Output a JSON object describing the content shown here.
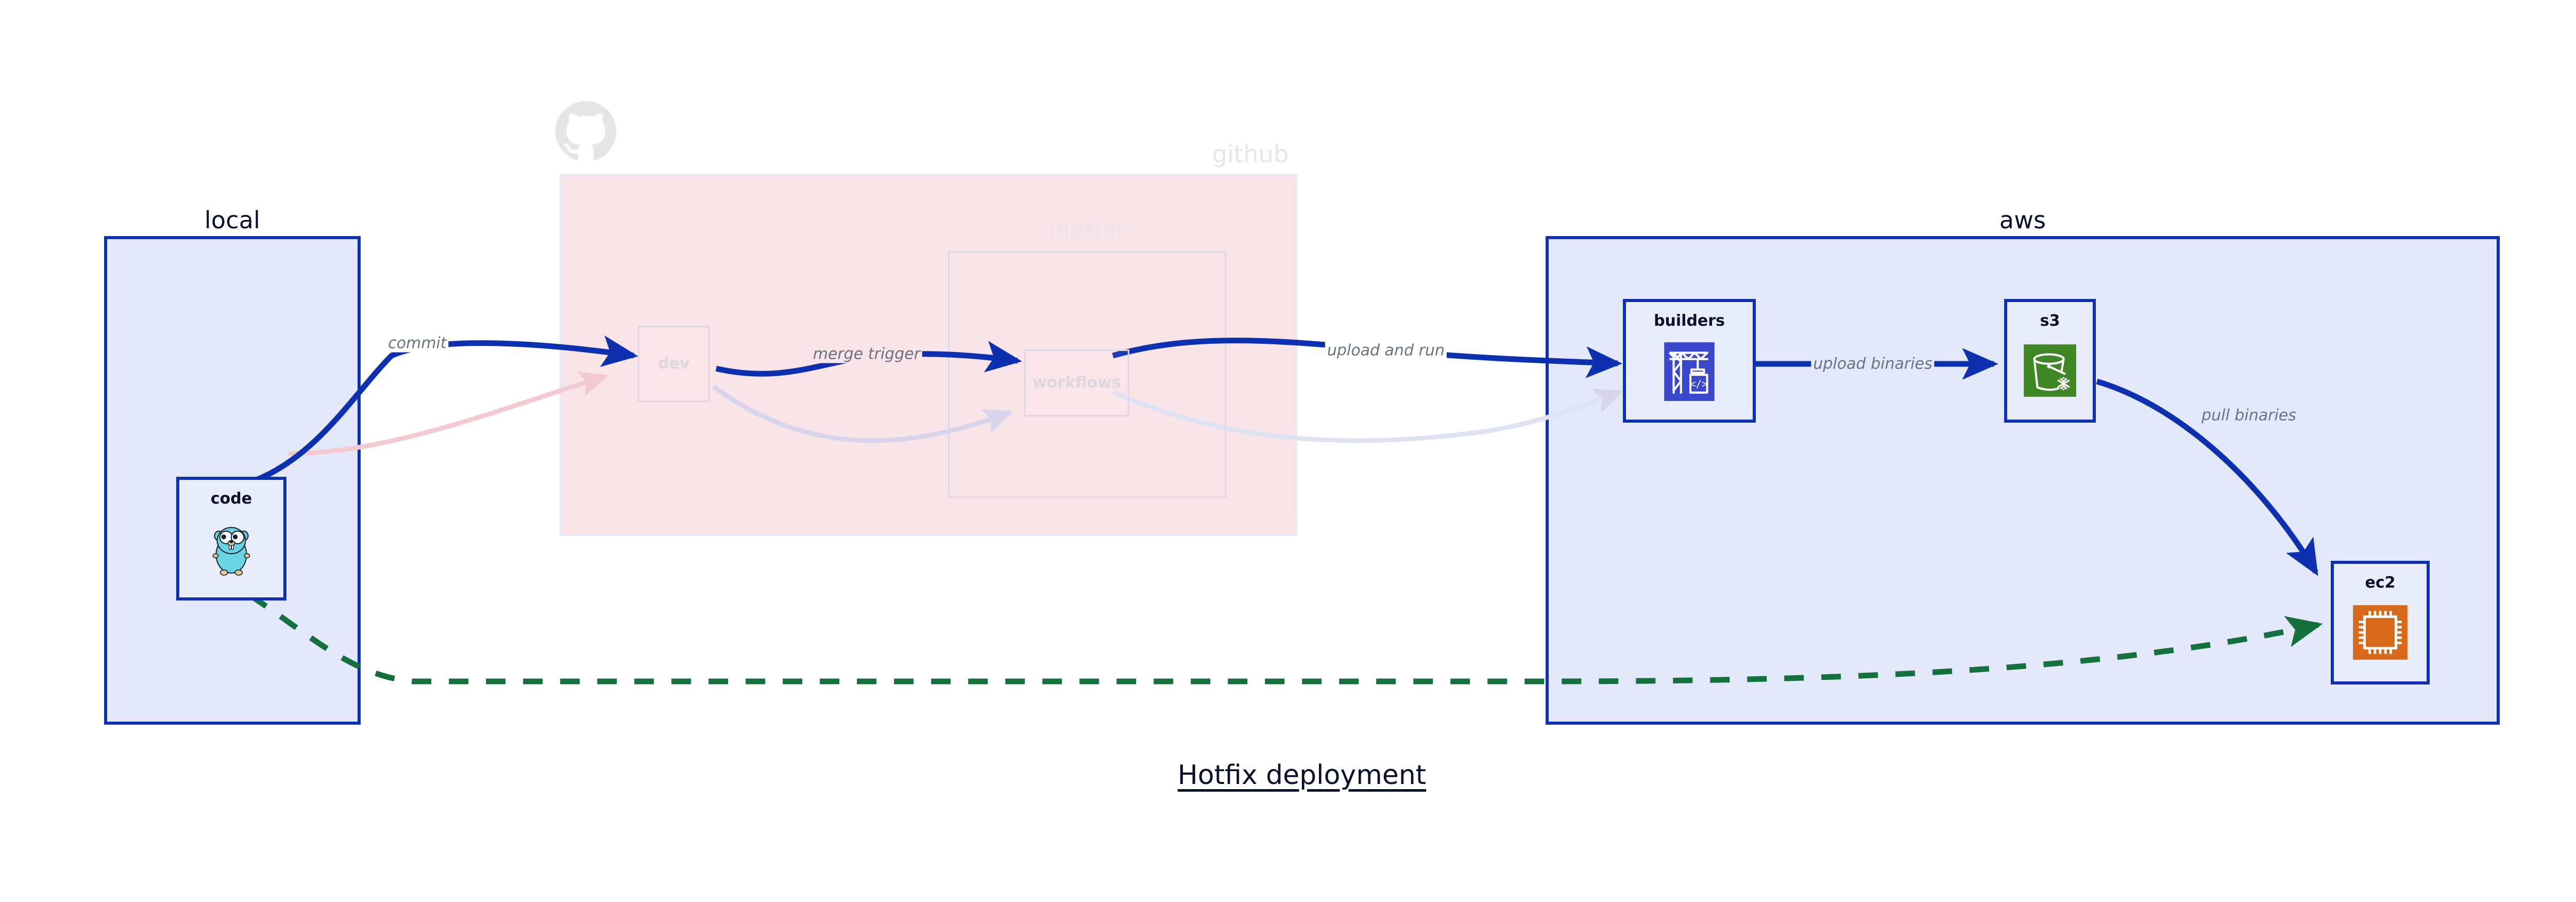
{
  "diagram": {
    "caption": "Hotfix deployment",
    "type": "architecture-flow"
  },
  "clusters": [
    {
      "id": "local",
      "title": "local",
      "state": "active",
      "color": "#0d30b0",
      "fill": "#e3e8fb"
    },
    {
      "id": "github",
      "title": "github",
      "state": "faded",
      "color": "#e4e9f8",
      "fill": "#f9e4e9"
    },
    {
      "id": "master",
      "title": "master",
      "state": "faded",
      "color": "#ded7e4",
      "fill": "transparent"
    },
    {
      "id": "aws",
      "title": "aws",
      "state": "active",
      "color": "#0d30b0",
      "fill": "#e3e8fb"
    }
  ],
  "nodes": [
    {
      "id": "code",
      "label": "code",
      "icon": "go-gopher-icon",
      "state": "active",
      "cluster": "local"
    },
    {
      "id": "dev",
      "label": "dev",
      "icon": "none",
      "state": "faded",
      "cluster": "github"
    },
    {
      "id": "workflows",
      "label": "workflows",
      "icon": "none",
      "state": "faded",
      "cluster": "master"
    },
    {
      "id": "builders",
      "label": "builders",
      "icon": "aws-codebuild-icon",
      "state": "active",
      "cluster": "aws"
    },
    {
      "id": "s3",
      "label": "s3",
      "icon": "aws-s3-bucket-icon",
      "state": "active",
      "cluster": "aws"
    },
    {
      "id": "ec2",
      "label": "ec2",
      "icon": "aws-ec2-chip-icon",
      "state": "active",
      "cluster": "aws"
    }
  ],
  "edges": [
    {
      "id": "e-commit",
      "from": "code",
      "to": "dev",
      "label": "commit",
      "style": "solid",
      "state": "active",
      "color": "#0d30b0"
    },
    {
      "id": "e-merge",
      "from": "dev",
      "to": "workflows",
      "label": "merge trigger",
      "style": "solid",
      "state": "active",
      "color": "#0d30b0"
    },
    {
      "id": "e-upload",
      "from": "workflows",
      "to": "builders",
      "label": "upload and run",
      "style": "solid",
      "state": "active",
      "color": "#0d30b0"
    },
    {
      "id": "e-binaries",
      "from": "builders",
      "to": "s3",
      "label": "upload binaries",
      "style": "solid",
      "state": "active",
      "color": "#0d30b0"
    },
    {
      "id": "e-pull",
      "from": "s3",
      "to": "ec2",
      "label": "pull binaries",
      "style": "solid",
      "state": "active",
      "color": "#0d30b0"
    },
    {
      "id": "e-hotfix",
      "from": "code",
      "to": "ec2",
      "label": "",
      "style": "dashed",
      "state": "active",
      "color": "#14703c"
    },
    {
      "id": "e-ghost-1",
      "from": "code",
      "to": "dev",
      "label": "",
      "style": "solid",
      "state": "faded",
      "color": "#f3dde2"
    },
    {
      "id": "e-ghost-2",
      "from": "dev",
      "to": "workflows",
      "label": "",
      "style": "solid",
      "state": "faded",
      "color": "#ddd9ee"
    },
    {
      "id": "e-ghost-3",
      "from": "workflows",
      "to": "builders",
      "label": "",
      "style": "solid",
      "state": "faded",
      "color": "#dfe2f2"
    }
  ],
  "colors": {
    "accent_blue": "#0d30b0",
    "cluster_blue_fill": "#e3e8fb",
    "node_fill": "#e9edfb",
    "github_pink": "#f9e4e9",
    "faded_grey": "#ded7e4",
    "label_grey": "#6b7280",
    "dashed_green": "#14703c",
    "s3_green": "#3f8624",
    "ec2_orange": "#d8681a",
    "codebuild_blue": "#3b48cc",
    "gopher_cyan": "#69d5e2",
    "text_dark": "#0b0f2e"
  }
}
